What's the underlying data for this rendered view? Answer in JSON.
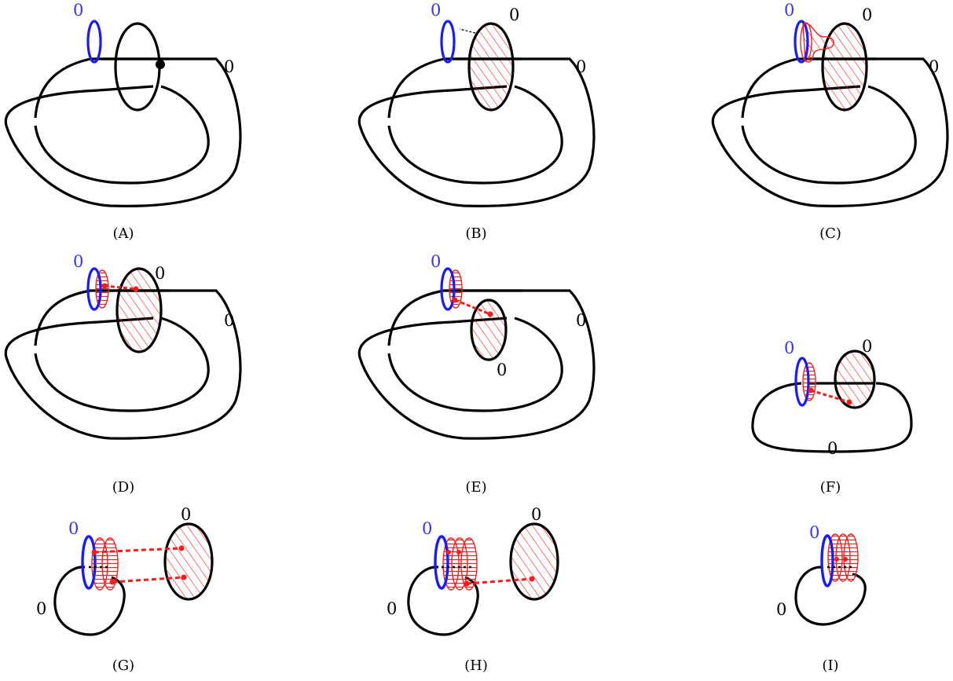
{
  "colors": {
    "knot": "#000000",
    "blue_circle": "#1a1aff",
    "disk_hatch": "#ff1a1a",
    "blue_label": "#3333ff"
  },
  "panels": {
    "a": {
      "caption": "(A)",
      "framing_blue": "0",
      "framing_knot": "0"
    },
    "b": {
      "caption": "(B)",
      "framing_blue": "0",
      "framing_circle": "0",
      "framing_knot": "0"
    },
    "c": {
      "caption": "(C)",
      "framing_blue": "0",
      "framing_circle": "0",
      "framing_knot": "0"
    },
    "d": {
      "caption": "(D)",
      "framing_blue": "0",
      "framing_circle": "0",
      "framing_knot": "0"
    },
    "e": {
      "caption": "(E)",
      "framing_blue": "0",
      "framing_knot": "0",
      "framing_circle": "0"
    },
    "f": {
      "caption": "(F)",
      "framing_blue": "0",
      "framing_circle": "0",
      "framing_knot": "0"
    },
    "g": {
      "caption": "(G)",
      "framing_blue": "0",
      "framing_circle": "0",
      "framing_knot": "0"
    },
    "h": {
      "caption": "(H)",
      "framing_blue": "0",
      "framing_circle": "0",
      "framing_knot": "0"
    },
    "i": {
      "caption": "(I)",
      "framing_blue": "0",
      "framing_knot": "0"
    }
  }
}
